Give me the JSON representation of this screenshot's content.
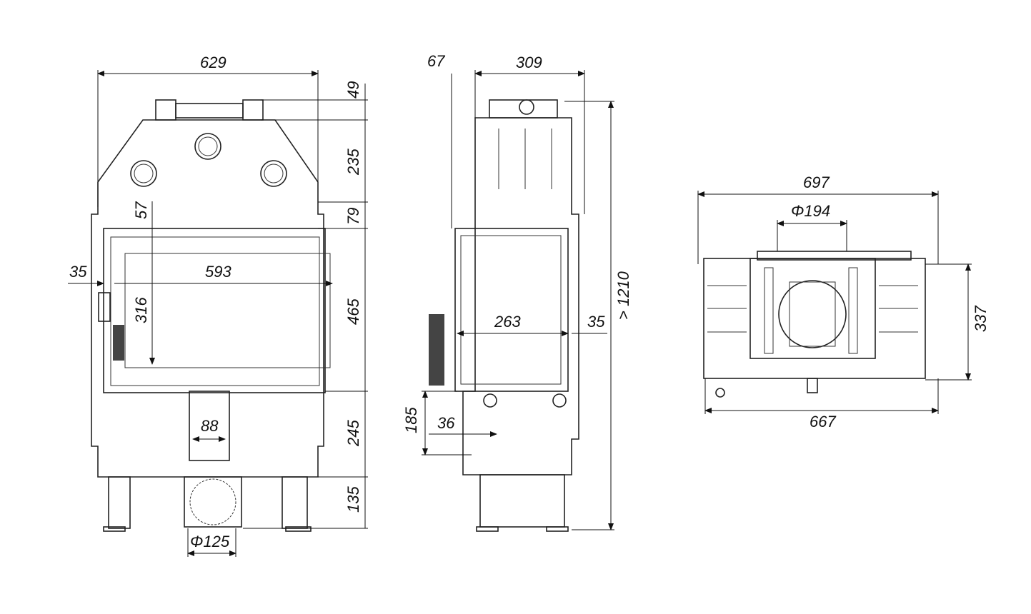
{
  "front_view": {
    "overall_width": "629",
    "top_bracket_height": "49",
    "hood_height": "235",
    "hood_to_door": "79",
    "door_top_offset": "57",
    "left_offset": "35",
    "glass_width": "593",
    "glass_height": "316",
    "door_height": "465",
    "ash_channel_width": "88",
    "base_height": "245",
    "leg_height": "135",
    "flue_diameter": "Φ125"
  },
  "side_view": {
    "front_offset": "67",
    "depth": "309",
    "total_height": "> 1210",
    "door_depth": "263",
    "rear_offset": "35",
    "handle_height": "185",
    "handle_offset": "36"
  },
  "top_view": {
    "overall_width": "697",
    "outlet_diameter": "Φ194",
    "depth": "337",
    "body_width": "667"
  }
}
